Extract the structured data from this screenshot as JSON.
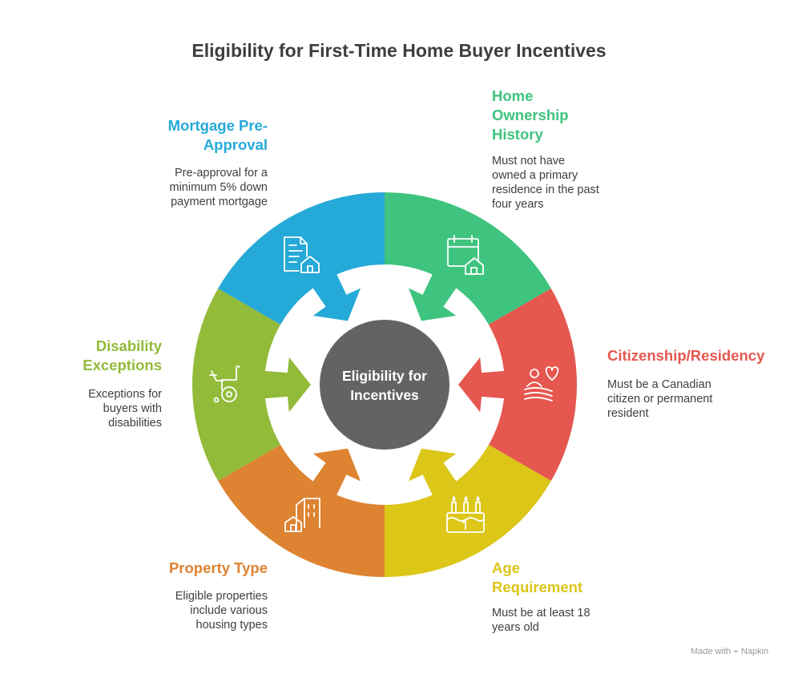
{
  "title": "Eligibility for First-Time Home Buyer Incentives",
  "center": {
    "line1": "Eligibility for",
    "line2": "Incentives",
    "color": "#636363"
  },
  "segments": [
    {
      "id": "home-ownership-history",
      "heading_lines": [
        "Home",
        "Ownership",
        "History"
      ],
      "desc_lines": [
        "Must not have",
        "owned a primary",
        "residence in the past",
        "four years"
      ],
      "color": "#3ec47e",
      "icon": "calendar-home-icon"
    },
    {
      "id": "citizenship-residency",
      "heading_lines": [
        "Citizenship/Residency"
      ],
      "desc_lines": [
        "Must be a Canadian",
        "citizen or permanent",
        "resident"
      ],
      "color": "#e5574f",
      "icon": "person-heart-flag-icon"
    },
    {
      "id": "age-requirement",
      "heading_lines": [
        "Age",
        "Requirement"
      ],
      "desc_lines": [
        "Must be at least 18",
        "years old"
      ],
      "color": "#dcc617",
      "icon": "birthday-cake-icon"
    },
    {
      "id": "property-type",
      "heading_lines": [
        "Property Type"
      ],
      "desc_lines": [
        "Eligible properties",
        "include various",
        "housing types"
      ],
      "color": "#dd8331",
      "icon": "buildings-icon"
    },
    {
      "id": "disability-exceptions",
      "heading_lines": [
        "Disability",
        "Exceptions"
      ],
      "desc_lines": [
        "Exceptions for",
        "buyers with",
        "disabilities"
      ],
      "color": "#93bb3a",
      "icon": "wheelchair-icon"
    },
    {
      "id": "mortgage-pre-approval",
      "heading_lines": [
        "Mortgage Pre-",
        "Approval"
      ],
      "desc_lines": [
        "Pre-approval for a",
        "minimum 5% down",
        "payment mortgage"
      ],
      "color": "#25a9d8",
      "icon": "document-home-icon"
    }
  ],
  "credit": {
    "made_with": "Made with",
    "brand": "Napkin"
  }
}
